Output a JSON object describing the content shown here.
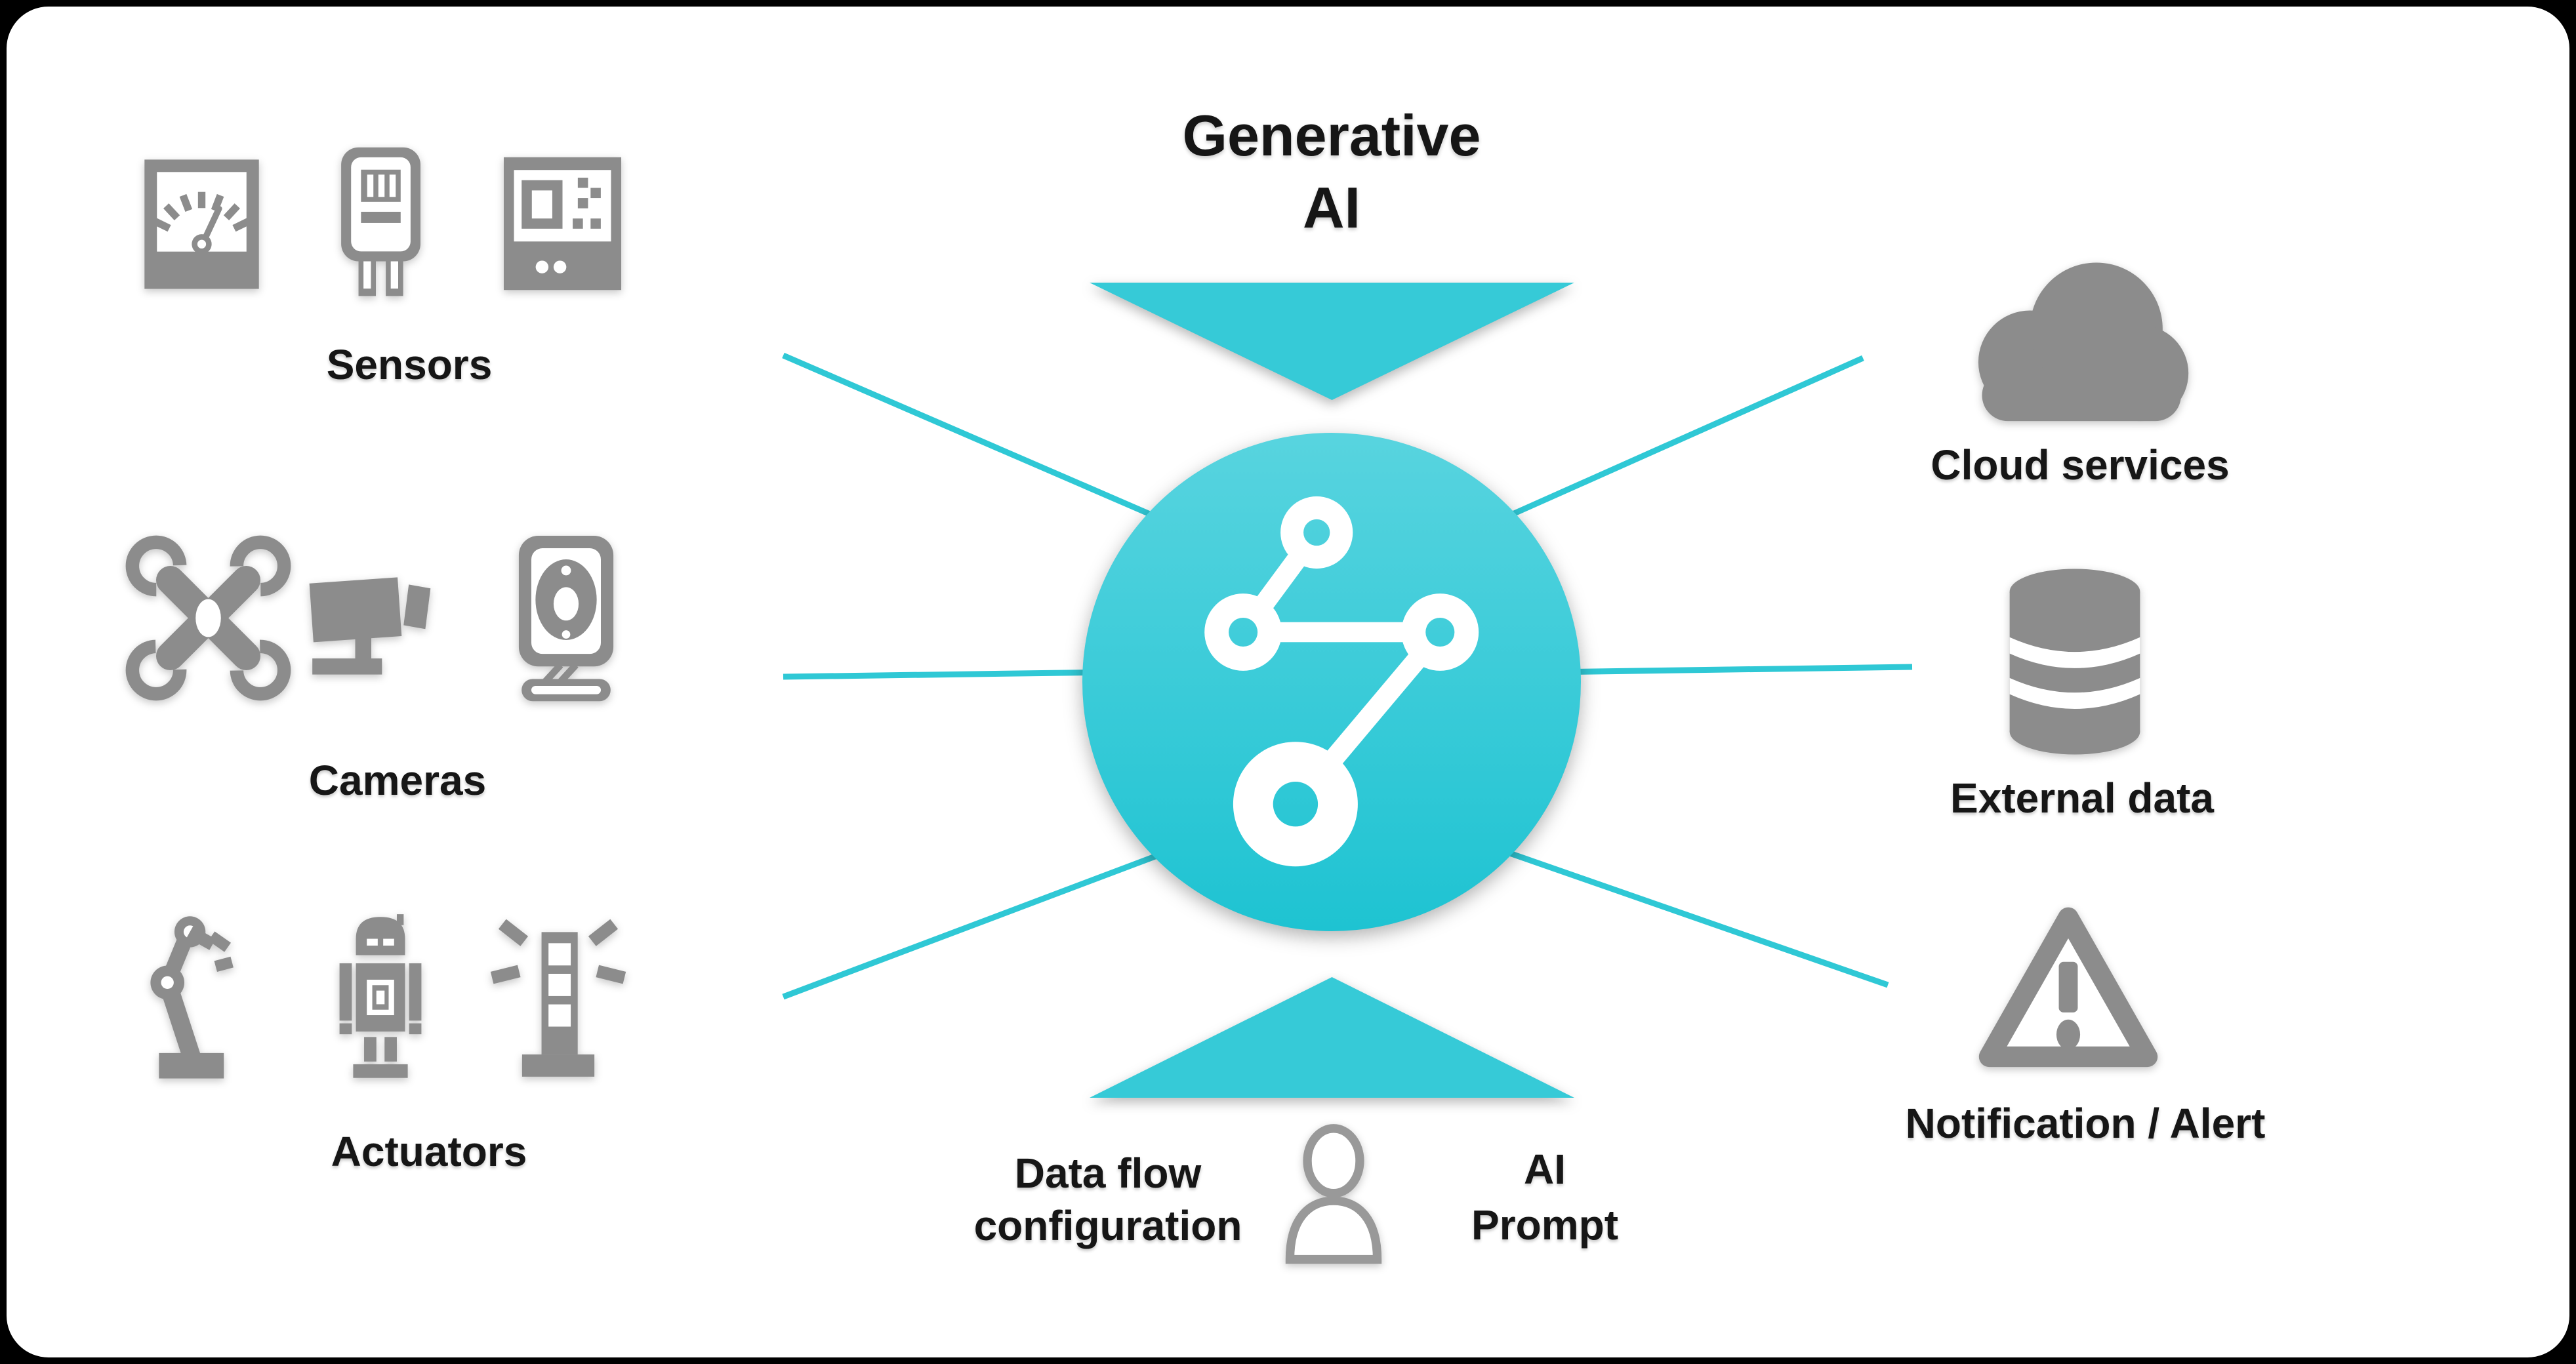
{
  "diagram": {
    "title": {
      "line1": "Generative",
      "line2": "AI"
    },
    "colors": {
      "background": "#000000",
      "panel": "#FFFFFF",
      "accent_teal_line": "#2FC8D5",
      "triangle_teal": "#36CAD7",
      "hub_gradient_top": "#58D4DF",
      "hub_gradient_bottom": "#1EC3D2",
      "icon_gray": "#8C8C8C",
      "person_gray": "#999999",
      "text": "#161616"
    },
    "center_hub": {
      "icon": "data-flow-hub-icon"
    },
    "left_groups": [
      {
        "label": "Sensors",
        "icons": [
          "gauge-icon",
          "meter-probe-icon",
          "control-panel-icon"
        ]
      },
      {
        "label": "Cameras",
        "icons": [
          "drone-icon",
          "cctv-camera-icon",
          "webcam-icon"
        ]
      },
      {
        "label": "Actuators",
        "icons": [
          "robot-arm-icon",
          "robot-icon",
          "signal-tower-icon"
        ]
      }
    ],
    "right_nodes": [
      {
        "label": "Cloud services",
        "icon": "cloud-icon"
      },
      {
        "label": "External data",
        "icon": "database-icon"
      },
      {
        "label": "Notification / Alert",
        "icon": "warning-triangle-icon"
      }
    ],
    "bottom": {
      "icon": "person-icon",
      "data_flow": {
        "line1": "Data flow",
        "line2": "configuration"
      },
      "ai_prompt": {
        "line1": "AI",
        "line2": "Prompt"
      }
    },
    "connector_count": 6
  }
}
